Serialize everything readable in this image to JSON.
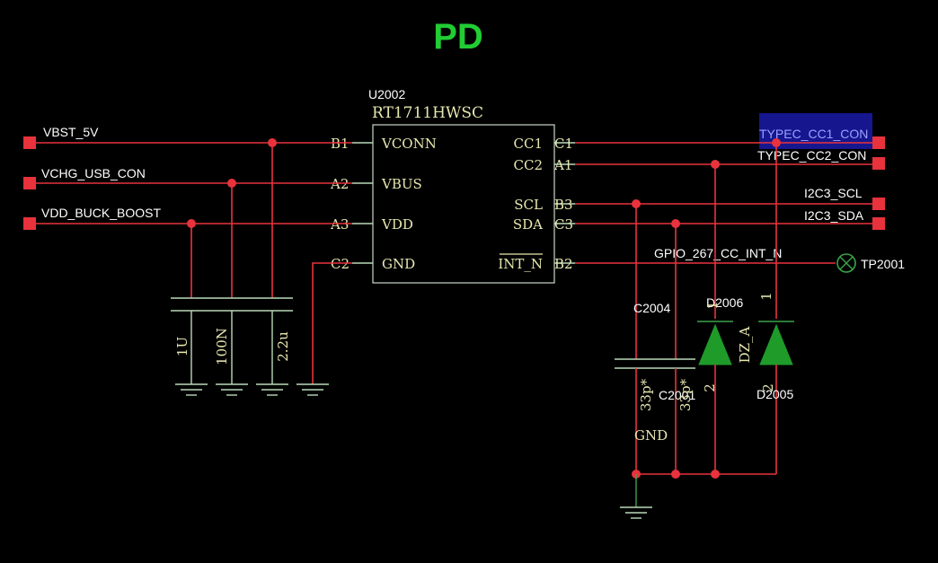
{
  "title": "PD",
  "chip": {
    "ref": "U2002",
    "part": "RT1711HWSC"
  },
  "left_pins": [
    {
      "num": "B1",
      "name": "VCONN"
    },
    {
      "num": "A2",
      "name": "VBUS"
    },
    {
      "num": "A3",
      "name": "VDD"
    },
    {
      "num": "C2",
      "name": "GND"
    }
  ],
  "right_pins": [
    {
      "num": "C1",
      "name": "CC1"
    },
    {
      "num": "A1",
      "name": "CC2"
    },
    {
      "num": "B3",
      "name": "SCL"
    },
    {
      "num": "C3",
      "name": "SDA"
    },
    {
      "num": "B2",
      "name": "INT_N"
    }
  ],
  "nets_left": [
    "VBST_5V",
    "VCHG_USB_CON",
    "VDD_BUCK_BOOST"
  ],
  "nets_right": [
    "TYPEC_CC1_CON",
    "TYPEC_CC2_CON",
    "I2C3_SCL",
    "I2C3_SDA"
  ],
  "int_net": "GPIO_267_CC_INT_N",
  "testpoint": "TP2001",
  "caps_left": [
    "1U",
    "100N",
    "2.2u"
  ],
  "caps_right": {
    "c2004": {
      "ref": "C2004",
      "value": "33p*"
    },
    "c2001": {
      "ref": "C2001",
      "value": "33p*"
    }
  },
  "diodes": {
    "d2006": {
      "ref": "D2006",
      "pin1": "1",
      "pin2": "2"
    },
    "d2005": {
      "ref": "D2005",
      "pin1": "1",
      "pin2": "2",
      "type": "DZ_A"
    }
  },
  "gnd_label": "GND",
  "colors": {
    "wire": "#e8323c",
    "title": "#22cc33",
    "diode": "#1f9b2a",
    "highlight": "#1a1aa8"
  }
}
